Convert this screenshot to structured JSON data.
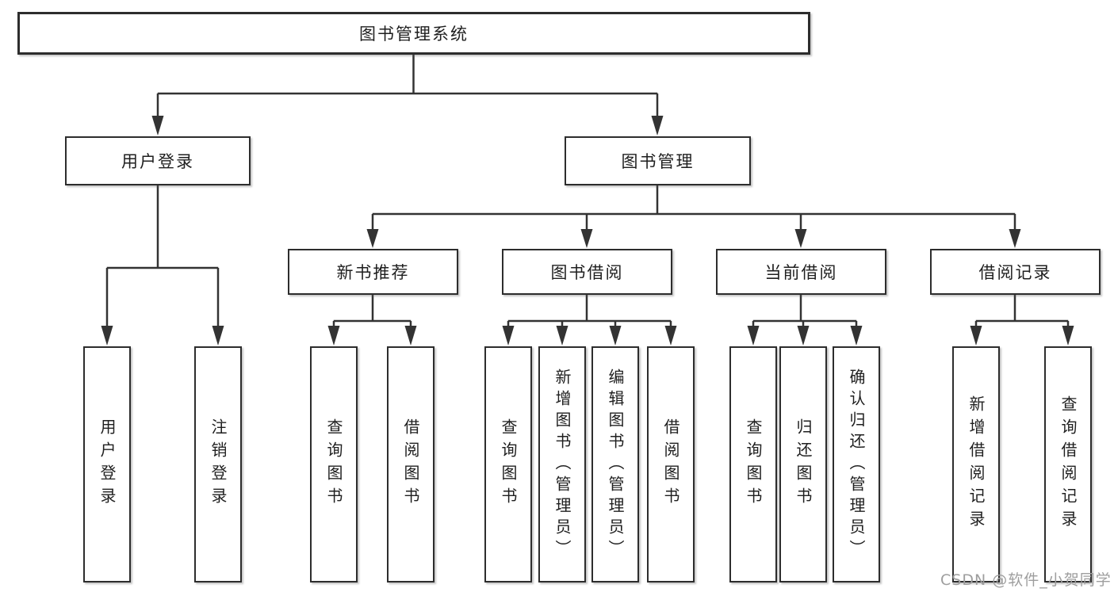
{
  "diagram": {
    "type": "tree",
    "root": {
      "label": "图书管理系统",
      "children": [
        {
          "label": "用户登录",
          "children": [
            {
              "label": "用户登录"
            },
            {
              "label": "注销登录"
            }
          ]
        },
        {
          "label": "图书管理",
          "children": [
            {
              "label": "新书推荐",
              "children": [
                {
                  "label": "查询图书"
                },
                {
                  "label": "借阅图书"
                }
              ]
            },
            {
              "label": "图书借阅",
              "children": [
                {
                  "label": "查询图书"
                },
                {
                  "label": "新增图书（管理员）"
                },
                {
                  "label": "编辑图书（管理员）"
                },
                {
                  "label": "借阅图书"
                }
              ]
            },
            {
              "label": "当前借阅",
              "children": [
                {
                  "label": "查询图书"
                },
                {
                  "label": "归还图书"
                },
                {
                  "label": "确认归还（管理员）"
                }
              ]
            },
            {
              "label": "借阅记录",
              "children": [
                {
                  "label": "新增借阅记录"
                },
                {
                  "label": "查询借阅记录"
                }
              ]
            }
          ]
        }
      ]
    }
  },
  "watermark": "CSDN @软件_小贺同学",
  "colors": {
    "line": "#333333",
    "box_border": "#2d2d2d",
    "text": "#1f1f1f",
    "watermark": "#9e9e9e",
    "background": "#ffffff"
  }
}
